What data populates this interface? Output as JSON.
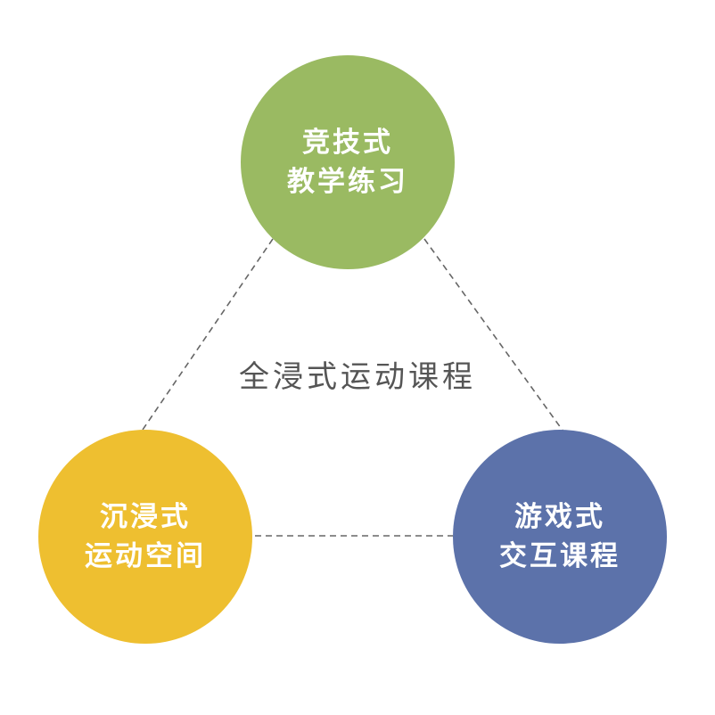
{
  "center": {
    "title": "全浸式运动课程"
  },
  "nodes": {
    "top": {
      "line1": "竞技式",
      "line2": "教学练习",
      "color": "#9aba62"
    },
    "left": {
      "line1": "沉浸式",
      "line2": "运动空间",
      "color": "#eebf30"
    },
    "right": {
      "line1": "游戏式",
      "line2": "交互课程",
      "color": "#5c72aa"
    }
  }
}
